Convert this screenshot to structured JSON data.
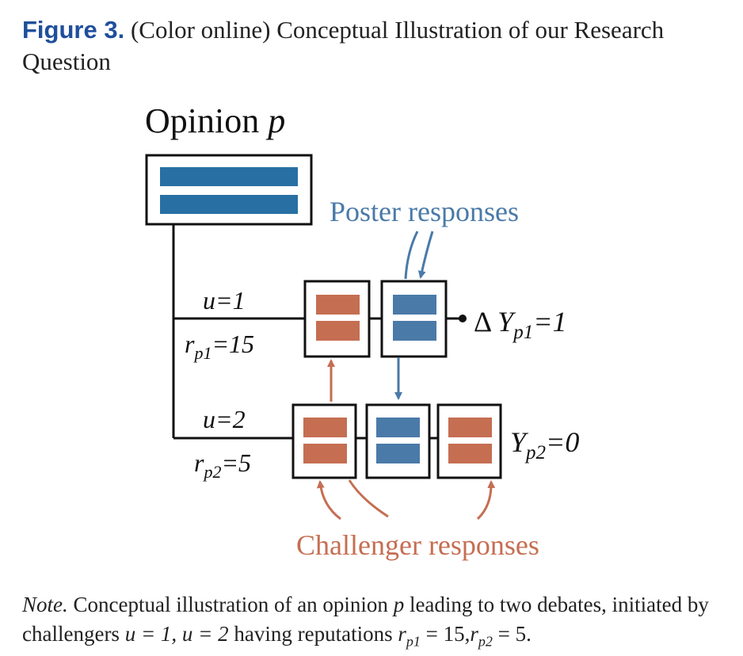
{
  "caption": {
    "figure_label": "Figure 3.",
    "text": "(Color online) Conceptual Illustration of our Research Question"
  },
  "diagram": {
    "opinion_label": "Opinion",
    "opinion_var": "p",
    "poster_label": "Poster responses",
    "challenger_label": "Challenger responses",
    "debate1": {
      "u_label": "u=1",
      "r_base": "r",
      "r_sub": "p1",
      "r_val": "=15",
      "y_prefix": "Δ",
      "y_base": "Y",
      "y_sub": "p1",
      "y_val": "=1"
    },
    "debate2": {
      "u_label": "u=2",
      "r_base": "r",
      "r_sub": "p2",
      "r_val": "=5",
      "y_base": "Y",
      "y_sub": "p2",
      "y_val": "=0"
    }
  },
  "colors": {
    "opinion": "#2870a4",
    "poster": "#4a7aa8",
    "challenger": "#c56e52",
    "outline": "#111111"
  },
  "note": {
    "label": "Note.",
    "part1": "Conceptual illustration of an opinion",
    "var_p": "p",
    "part2": "leading to two debates, initiated by challengers",
    "u1": "u = 1,",
    "u2": "u = 2",
    "part3": "having reputations",
    "r_base": "r",
    "r1_sub": "p1",
    "r1_val": "= 15,",
    "r2_sub": "p2",
    "r2_val": "= 5."
  }
}
